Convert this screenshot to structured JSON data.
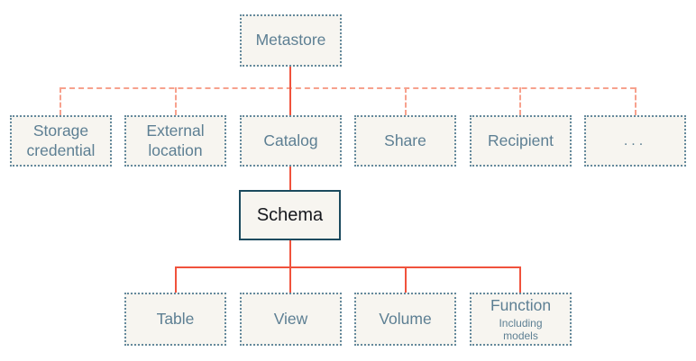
{
  "colors": {
    "node_fill": "#f7f5f0",
    "node_border": "#64899c",
    "node_text": "#5d7f93",
    "highlight_border": "#1b4a5e",
    "highlight_text": "#16181d",
    "connector_solid": "#f0523c",
    "connector_dashed": "#f7a18d"
  },
  "nodes": {
    "metastore": {
      "label": "Metastore"
    },
    "level2": [
      {
        "label": "Storage credential"
      },
      {
        "label": "External location"
      },
      {
        "label": "Catalog"
      },
      {
        "label": "Share"
      },
      {
        "label": "Recipient"
      },
      {
        "label": "..."
      }
    ],
    "schema": {
      "label": "Schema"
    },
    "level4": [
      {
        "label": "Table"
      },
      {
        "label": "View"
      },
      {
        "label": "Volume"
      },
      {
        "label": "Function",
        "sublabel": "Including models"
      }
    ]
  }
}
